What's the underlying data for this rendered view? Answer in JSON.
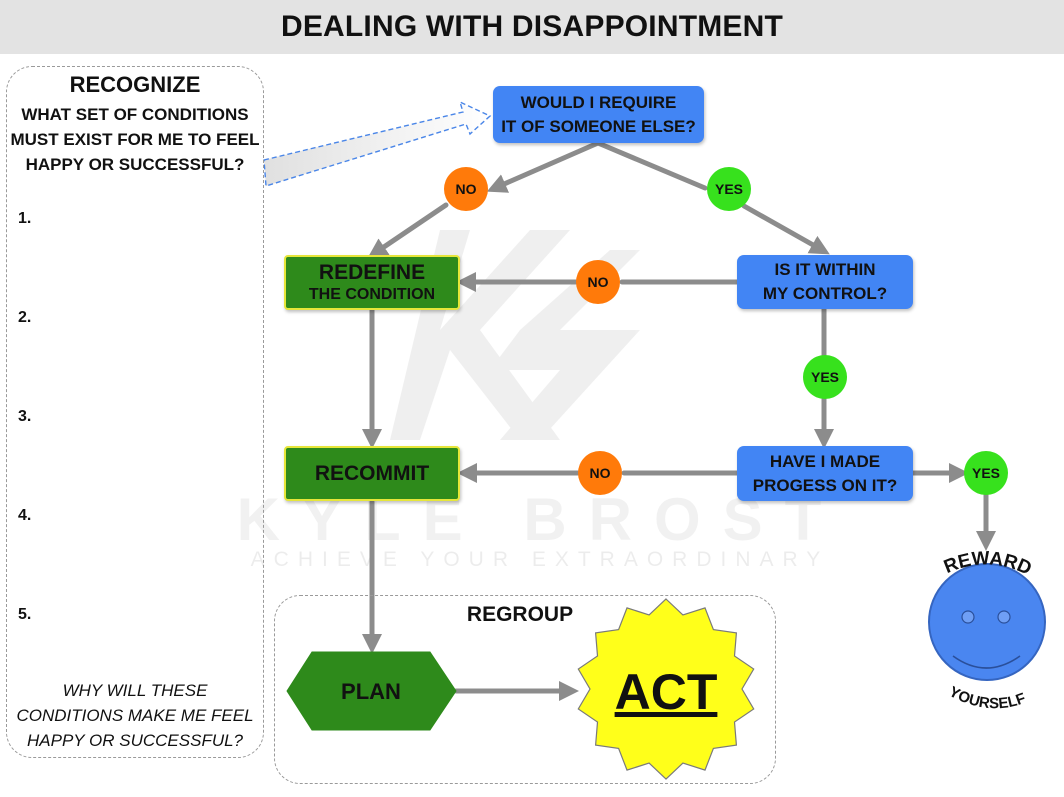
{
  "title": "DEALING WITH DISAPPOINTMENT",
  "recognize": {
    "title": "RECOGNIZE",
    "question": "WHAT SET OF CONDITIONS MUST EXIST FOR ME TO FEEL HAPPY OR SUCCESSFUL?",
    "items": [
      "1.",
      "2.",
      "3.",
      "4.",
      "5."
    ],
    "why": "WHY WILL THESE CONDITIONS MAKE ME FEEL HAPPY OR SUCCESSFUL?"
  },
  "nodes": {
    "require": {
      "line1": "WOULD I REQUIRE",
      "line2": "IT OF SOMEONE ELSE?"
    },
    "control": {
      "line1": "IS IT WITHIN",
      "line2": "MY CONTROL?"
    },
    "progress": {
      "line1": "HAVE I MADE",
      "line2": "PROGESS ON IT?"
    },
    "redefine": {
      "line1": "REDEFINE",
      "line2": "THE CONDITION"
    },
    "recommit": {
      "label": "RECOMMIT"
    },
    "plan": {
      "label": "PLAN"
    },
    "act": {
      "label": "ACT"
    }
  },
  "decisions": {
    "no1": "NO",
    "yes1": "YES",
    "no2": "NO",
    "yes2": "YES",
    "no3": "NO",
    "yes3": "YES"
  },
  "regroup": {
    "title": "REGROUP"
  },
  "reward": {
    "top": "REWARD",
    "bottom": "YOURSELF"
  },
  "watermark": {
    "line1": "KYLE BROST",
    "line2": "ACHIEVE YOUR EXTRAORDINARY"
  },
  "colors": {
    "blue": "#4285f4",
    "green": "#2e8a1b",
    "no": "#ff7a0a",
    "yes": "#37e11d",
    "act": "#ffff1a",
    "arrow": "#8c8c8c"
  }
}
